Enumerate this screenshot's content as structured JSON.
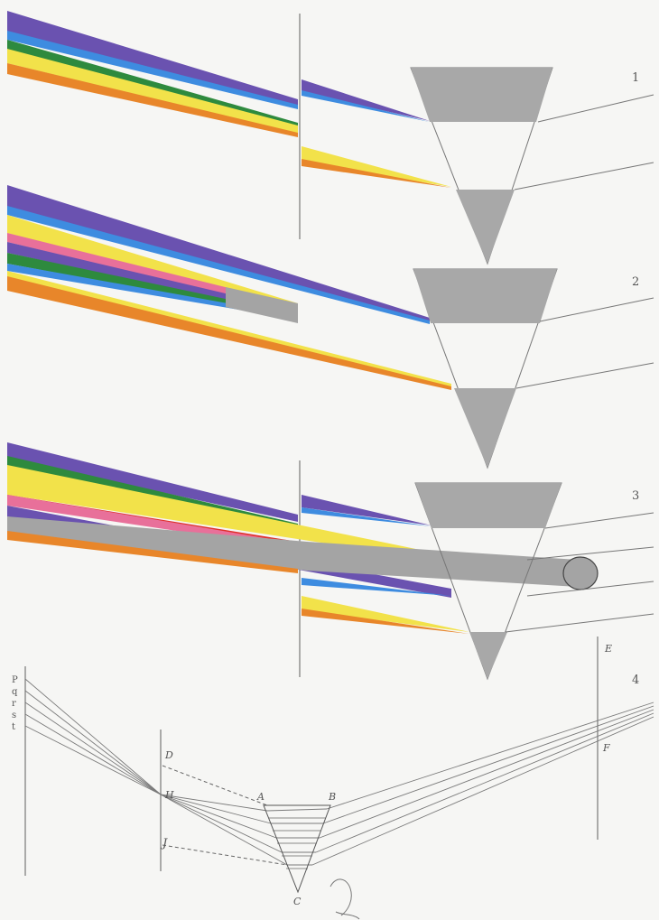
{
  "figure_labels": {
    "fig1": "1",
    "fig2": "2",
    "fig3": "3",
    "fig4": "4"
  },
  "point_labels": {
    "D": "D",
    "H": "H",
    "J": "J",
    "A": "A",
    "B": "B",
    "C": "C",
    "E": "E",
    "F": "F"
  },
  "scale_labels": [
    "P",
    "q",
    "r",
    "s",
    "t"
  ],
  "colors": {
    "background": "#f6f6f4",
    "prism": "#a8a8a8",
    "violet": "#6a52b0",
    "blue": "#3e8ce0",
    "green": "#2e8a3e",
    "yellow": "#f2e24a",
    "orange": "#e8862a",
    "red": "#e0302a",
    "pink": "#e8709a",
    "gray_beam": "#a4a4a4",
    "line": "#6f6f6f"
  }
}
